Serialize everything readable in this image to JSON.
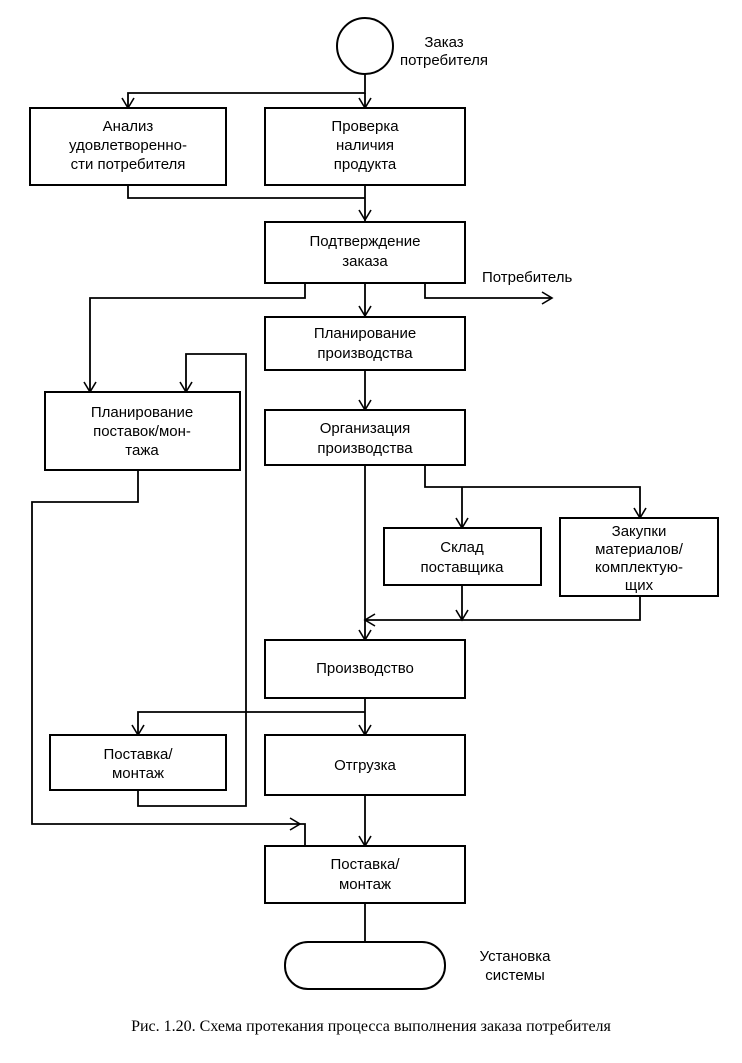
{
  "diagram": {
    "start": {
      "lines": [
        "Заказ",
        "потребителя"
      ]
    },
    "nodes": {
      "analysis": [
        "Анализ",
        "удовлетворенно-",
        "сти потребителя"
      ],
      "check": [
        "Проверка",
        "наличия",
        "продукта"
      ],
      "confirm": [
        "Подтверждение",
        "заказа"
      ],
      "plan_production": [
        "Планирование",
        "производства"
      ],
      "plan_delivery": [
        "Планирование",
        "поставок/мон-",
        "тажа"
      ],
      "org_production": [
        "Организация",
        "производства"
      ],
      "supplier_warehouse": [
        "Склад",
        "поставщика"
      ],
      "purchasing": [
        "Закупки",
        "материалов/",
        "комплектую-",
        "щих"
      ],
      "production": [
        "Производство"
      ],
      "delivery_left": [
        "Поставка/",
        "монтаж"
      ],
      "shipment": [
        "Отгрузка"
      ],
      "delivery_main": [
        "Поставка/",
        "монтаж"
      ]
    },
    "consumer_label": "Потребитель",
    "end": {
      "lines": [
        "Установка",
        "системы"
      ]
    }
  },
  "caption": "Рис. 1.20. Схема протекания процесса выполнения заказа потребителя"
}
